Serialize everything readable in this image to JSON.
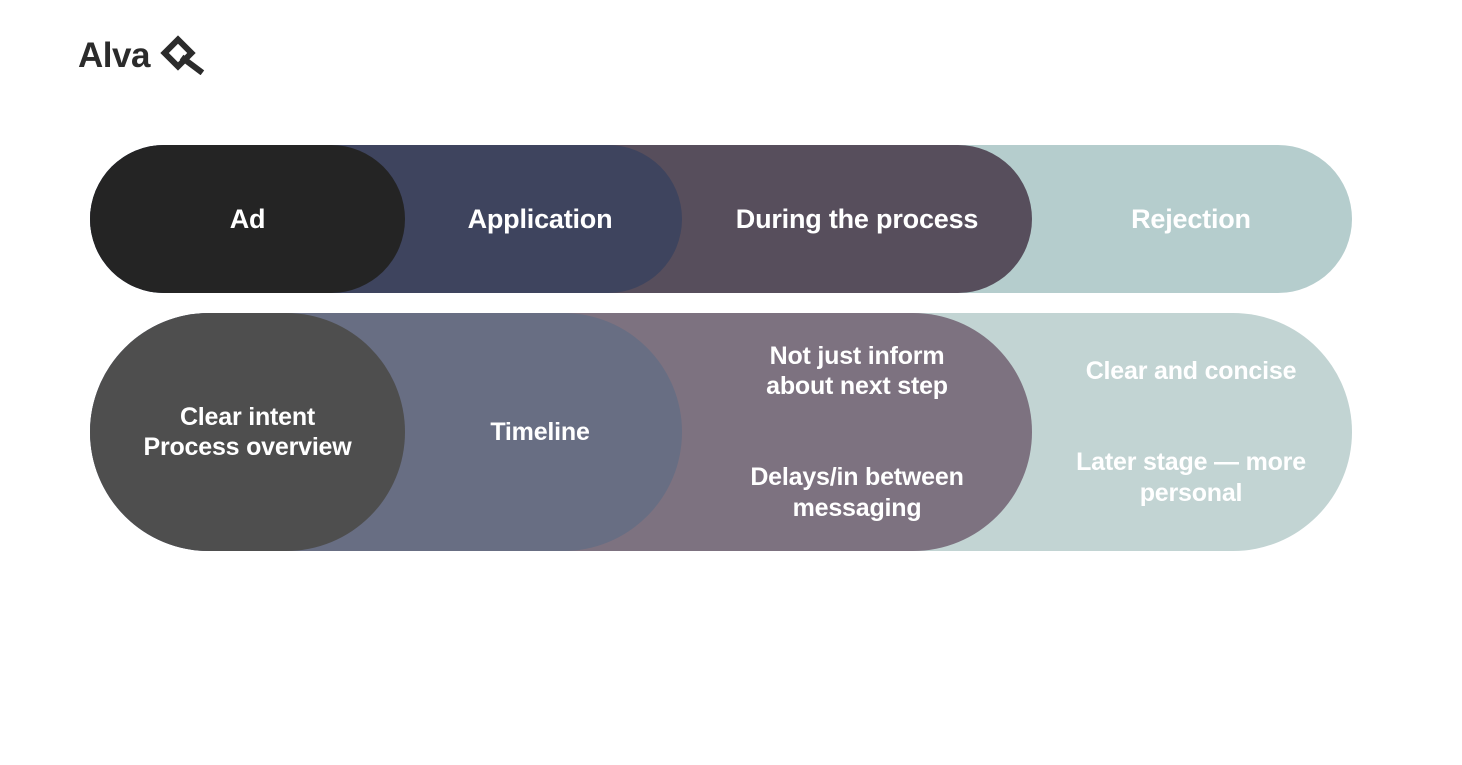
{
  "brand": {
    "wordmark": "Alva",
    "mark_icon": "alva-diamond-icon"
  },
  "diagram": {
    "type": "funnel-stages",
    "rows": [
      {
        "name": "candidate-journey-stages",
        "segments": [
          {
            "label": "Ad",
            "color": "#242424"
          },
          {
            "label": "Application",
            "color": "#3e445e"
          },
          {
            "label": "During the process",
            "color": "#574e5c"
          },
          {
            "label": "Rejection",
            "color": "#b5cdcd"
          }
        ]
      },
      {
        "name": "candidate-journey-notes",
        "segments": [
          {
            "blocks": [
              "Clear intent\nProcess overview"
            ],
            "color": "#4e4e4e"
          },
          {
            "blocks": [
              "Timeline"
            ],
            "color": "#686e83"
          },
          {
            "blocks": [
              "Not just inform\nabout next step",
              "Delays/in between\nmessaging"
            ],
            "color": "#7d7280"
          },
          {
            "blocks": [
              "Clear and concise",
              "Later stage — more\npersonal"
            ],
            "color": "#c2d4d3"
          }
        ]
      }
    ]
  }
}
